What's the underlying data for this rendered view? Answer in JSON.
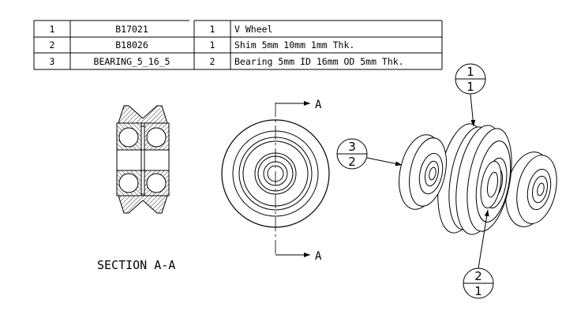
{
  "bom": {
    "rows": [
      {
        "item": "1",
        "part": "B17021",
        "qty": "1",
        "desc": "V Wheel"
      },
      {
        "item": "2",
        "part": "B18026",
        "qty": "1",
        "desc": "Shim 5mm 10mm 1mm Thk."
      },
      {
        "item": "3",
        "part": "BEARING_5_16_5",
        "qty": "2",
        "desc": "Bearing 5mm ID 16mm OD 5mm Thk."
      }
    ]
  },
  "section_label": "SECTION  A-A",
  "section_marks": {
    "top": "A",
    "bottom": "A"
  },
  "balloons": [
    {
      "item": "1",
      "qty": "1"
    },
    {
      "item": "3",
      "qty": "2"
    },
    {
      "item": "2",
      "qty": "1"
    }
  ]
}
